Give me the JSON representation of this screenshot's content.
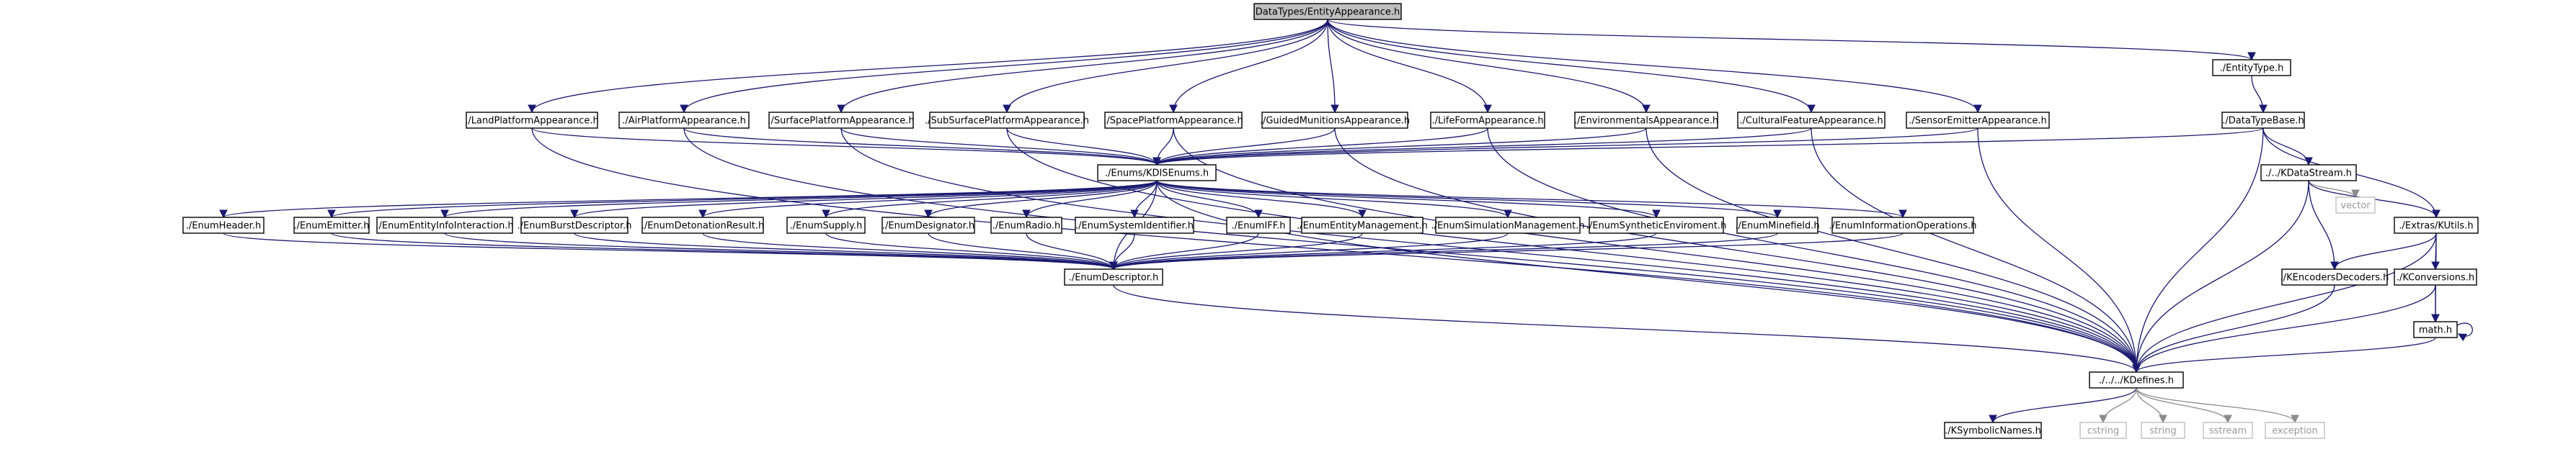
{
  "graph": {
    "colors": {
      "edge": "#191970",
      "edge_std": "#8c8c8c",
      "node_fill": "#ffffff",
      "node_stroke": "#000000",
      "root_fill": "#bfbfbf",
      "std_stroke": "#bfbfbf",
      "std_text": "#9a9a9a"
    },
    "nodes": [
      {
        "id": "root",
        "label": "DataTypes/EntityAppearance.h",
        "kind": "root"
      },
      {
        "id": "entitytype",
        "label": "./EntityType.h",
        "kind": "file"
      },
      {
        "id": "land",
        "label": "./LandPlatformAppearance.h",
        "kind": "file"
      },
      {
        "id": "air",
        "label": "./AirPlatformAppearance.h",
        "kind": "file"
      },
      {
        "id": "surface",
        "label": "./SurfacePlatformAppearance.h",
        "kind": "file"
      },
      {
        "id": "subsurface",
        "label": "./SubSurfacePlatformAppearance.h",
        "kind": "file"
      },
      {
        "id": "space",
        "label": "./SpacePlatformAppearance.h",
        "kind": "file"
      },
      {
        "id": "guided",
        "label": "./GuidedMunitionsAppearance.h",
        "kind": "file"
      },
      {
        "id": "life",
        "label": "./LifeFormAppearance.h",
        "kind": "file"
      },
      {
        "id": "env",
        "label": "./EnvironmentalsAppearance.h",
        "kind": "file"
      },
      {
        "id": "cultural",
        "label": "./CulturalFeatureAppearance.h",
        "kind": "file"
      },
      {
        "id": "sensor",
        "label": "./SensorEmitterAppearance.h",
        "kind": "file"
      },
      {
        "id": "datatypebase",
        "label": "./DataTypeBase.h",
        "kind": "file"
      },
      {
        "id": "enums",
        "label": "./Enums/KDISEnums.h",
        "kind": "file"
      },
      {
        "id": "datastream",
        "label": "./../KDataStream.h",
        "kind": "file"
      },
      {
        "id": "vector",
        "label": "vector",
        "kind": "std"
      },
      {
        "id": "utils",
        "label": "./Extras/KUtils.h",
        "kind": "file"
      },
      {
        "id": "eheader",
        "label": "./EnumHeader.h",
        "kind": "file"
      },
      {
        "id": "eemitter",
        "label": "./EnumEmitter.h",
        "kind": "file"
      },
      {
        "id": "einfo",
        "label": "./EnumEntityInfoInteraction.h",
        "kind": "file"
      },
      {
        "id": "eburst",
        "label": "./EnumBurstDescriptor.h",
        "kind": "file"
      },
      {
        "id": "edeton",
        "label": "./EnumDetonationResult.h",
        "kind": "file"
      },
      {
        "id": "esupply",
        "label": "./EnumSupply.h",
        "kind": "file"
      },
      {
        "id": "edesig",
        "label": "./EnumDesignator.h",
        "kind": "file"
      },
      {
        "id": "eradio",
        "label": "./EnumRadio.h",
        "kind": "file"
      },
      {
        "id": "esysid",
        "label": "./EnumSystemIdentifier.h",
        "kind": "file"
      },
      {
        "id": "eiff",
        "label": "./EnumIFF.h",
        "kind": "file"
      },
      {
        "id": "eentmgmt",
        "label": "./EnumEntityManagement.h",
        "kind": "file"
      },
      {
        "id": "esimmgmt",
        "label": "./EnumSimulationManagement.h",
        "kind": "file"
      },
      {
        "id": "esynth",
        "label": "./EnumSyntheticEnviroment.h",
        "kind": "file"
      },
      {
        "id": "emine",
        "label": "./EnumMinefield.h",
        "kind": "file"
      },
      {
        "id": "einfoops",
        "label": "./EnumInformationOperations.h",
        "kind": "file"
      },
      {
        "id": "encdec",
        "label": "./KEncodersDecoders.h",
        "kind": "file"
      },
      {
        "id": "conv",
        "label": "./KConversions.h",
        "kind": "file"
      },
      {
        "id": "edesc",
        "label": "./EnumDescriptor.h",
        "kind": "file"
      },
      {
        "id": "math",
        "label": "math.h",
        "kind": "file"
      },
      {
        "id": "defines",
        "label": "./../../KDefines.h",
        "kind": "file"
      },
      {
        "id": "symbolic",
        "label": "./KSymbolicNames.h",
        "kind": "file"
      },
      {
        "id": "cstring",
        "label": "cstring",
        "kind": "std"
      },
      {
        "id": "string",
        "label": "string",
        "kind": "std"
      },
      {
        "id": "sstream",
        "label": "sstream",
        "kind": "std"
      },
      {
        "id": "exception",
        "label": "exception",
        "kind": "std"
      }
    ],
    "edges": [
      [
        "root",
        "entitytype"
      ],
      [
        "root",
        "land"
      ],
      [
        "root",
        "air"
      ],
      [
        "root",
        "surface"
      ],
      [
        "root",
        "subsurface"
      ],
      [
        "root",
        "space"
      ],
      [
        "root",
        "guided"
      ],
      [
        "root",
        "life"
      ],
      [
        "root",
        "env"
      ],
      [
        "root",
        "cultural"
      ],
      [
        "root",
        "sensor"
      ],
      [
        "entitytype",
        "datatypebase"
      ],
      [
        "datatypebase",
        "enums"
      ],
      [
        "datatypebase",
        "datastream"
      ],
      [
        "datatypebase",
        "utils"
      ],
      [
        "datatypebase",
        "defines"
      ],
      [
        "land",
        "enums"
      ],
      [
        "air",
        "enums"
      ],
      [
        "surface",
        "enums"
      ],
      [
        "subsurface",
        "enums"
      ],
      [
        "space",
        "enums"
      ],
      [
        "guided",
        "enums"
      ],
      [
        "life",
        "enums"
      ],
      [
        "env",
        "enums"
      ],
      [
        "cultural",
        "enums"
      ],
      [
        "sensor",
        "enums"
      ],
      [
        "land",
        "defines"
      ],
      [
        "air",
        "defines"
      ],
      [
        "surface",
        "defines"
      ],
      [
        "subsurface",
        "defines"
      ],
      [
        "space",
        "defines"
      ],
      [
        "guided",
        "defines"
      ],
      [
        "life",
        "defines"
      ],
      [
        "env",
        "defines"
      ],
      [
        "cultural",
        "defines"
      ],
      [
        "sensor",
        "defines"
      ],
      [
        "enums",
        "eheader"
      ],
      [
        "enums",
        "eemitter"
      ],
      [
        "enums",
        "einfo"
      ],
      [
        "enums",
        "eburst"
      ],
      [
        "enums",
        "edeton"
      ],
      [
        "enums",
        "esupply"
      ],
      [
        "enums",
        "edesig"
      ],
      [
        "enums",
        "eradio"
      ],
      [
        "enums",
        "esysid"
      ],
      [
        "enums",
        "eiff"
      ],
      [
        "enums",
        "eentmgmt"
      ],
      [
        "enums",
        "esimmgmt"
      ],
      [
        "enums",
        "esynth"
      ],
      [
        "enums",
        "emine"
      ],
      [
        "enums",
        "einfoops"
      ],
      [
        "enums",
        "edesc"
      ],
      [
        "enums",
        "defines"
      ],
      [
        "eheader",
        "edesc"
      ],
      [
        "eemitter",
        "edesc"
      ],
      [
        "einfo",
        "edesc"
      ],
      [
        "eburst",
        "edesc"
      ],
      [
        "edeton",
        "edesc"
      ],
      [
        "esupply",
        "edesc"
      ],
      [
        "edesig",
        "edesc"
      ],
      [
        "eradio",
        "edesc"
      ],
      [
        "esysid",
        "edesc"
      ],
      [
        "eiff",
        "edesc"
      ],
      [
        "eentmgmt",
        "edesc"
      ],
      [
        "esimmgmt",
        "edesc"
      ],
      [
        "esynth",
        "edesc"
      ],
      [
        "emine",
        "edesc"
      ],
      [
        "einfoops",
        "edesc"
      ],
      [
        "edesc",
        "defines"
      ],
      [
        "datastream",
        "vector"
      ],
      [
        "datastream",
        "encdec"
      ],
      [
        "datastream",
        "utils"
      ],
      [
        "datastream",
        "defines"
      ],
      [
        "utils",
        "encdec"
      ],
      [
        "utils",
        "conv"
      ],
      [
        "utils",
        "math"
      ],
      [
        "utils",
        "defines"
      ],
      [
        "encdec",
        "defines"
      ],
      [
        "conv",
        "math"
      ],
      [
        "conv",
        "defines"
      ],
      [
        "math",
        "math"
      ],
      [
        "math",
        "defines"
      ],
      [
        "defines",
        "symbolic"
      ],
      [
        "defines",
        "cstring"
      ],
      [
        "defines",
        "string"
      ],
      [
        "defines",
        "sstream"
      ],
      [
        "defines",
        "exception"
      ]
    ]
  }
}
